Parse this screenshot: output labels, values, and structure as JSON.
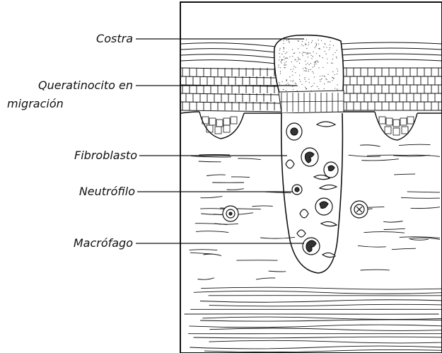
{
  "labels": {
    "costra": "Costra",
    "queratinocito_line1": "Queratinocito en",
    "queratinocito_line2": "migración",
    "fibroblasto": "Fibroblasto",
    "neutrofilo": "Neutrófilo",
    "macrofago": "Macrófago"
  },
  "colors": {
    "ink": "#111111",
    "background": "#ffffff"
  }
}
